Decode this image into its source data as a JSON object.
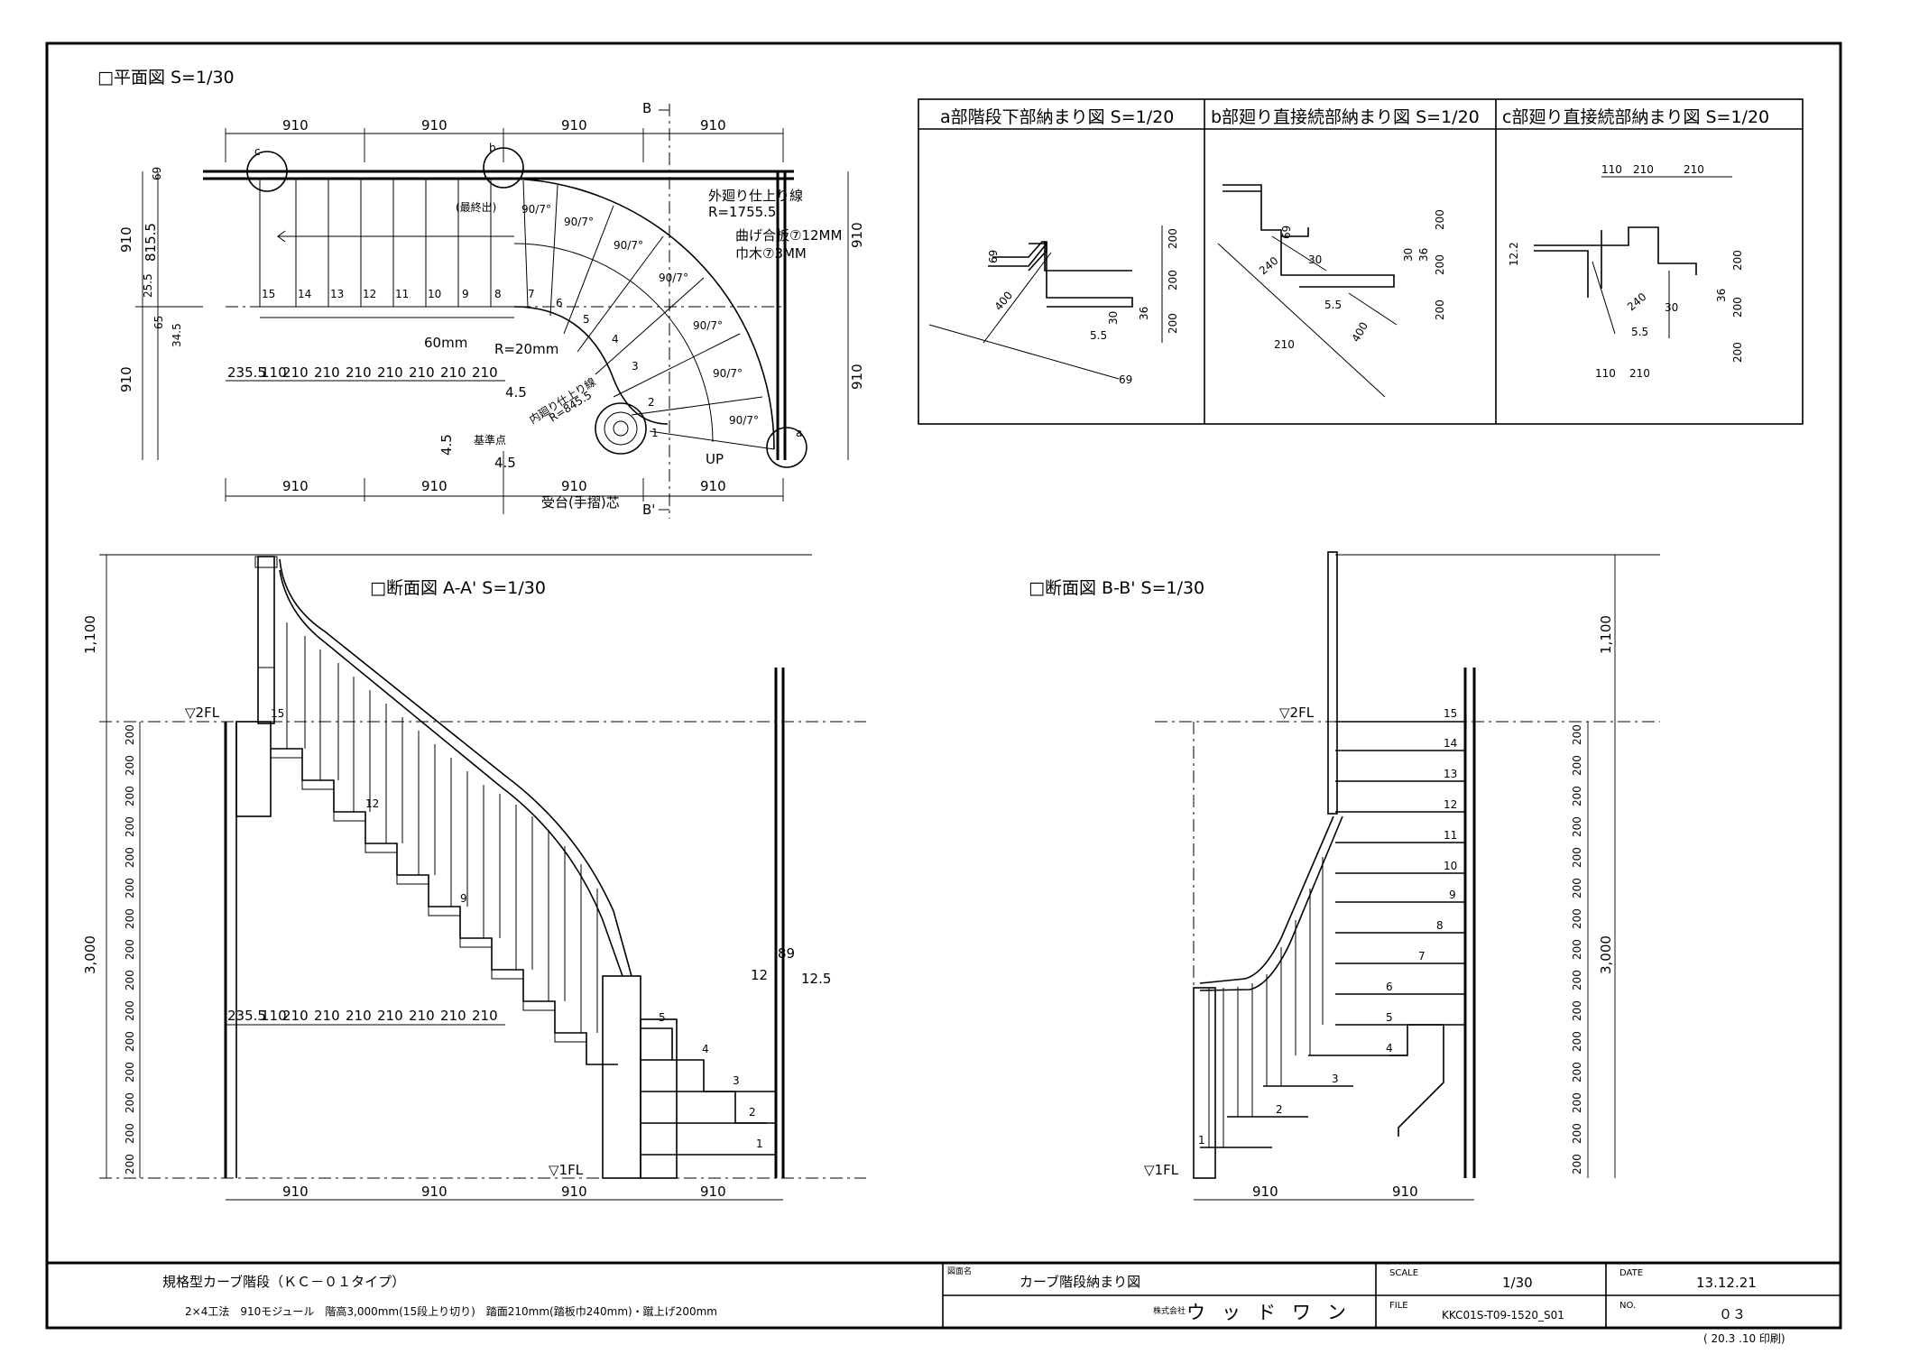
{
  "plan": {
    "title": "□平面図 S=1/30",
    "top_dims": [
      "910",
      "910",
      "910",
      "910"
    ],
    "bottom_dims": [
      "910",
      "910",
      "910",
      "910"
    ],
    "tread_dims": [
      "235.5",
      "110",
      "210",
      "210",
      "210",
      "210",
      "210",
      "210",
      "210"
    ],
    "left_dims": [
      "69",
      "910",
      "815.5",
      "25.5",
      "65",
      "34.5",
      "910"
    ],
    "right_dims": [
      "910",
      "910"
    ],
    "step_numbers": [
      "15",
      "14",
      "13",
      "12",
      "11",
      "10",
      "9",
      "8",
      "7",
      "6",
      "5",
      "4",
      "3",
      "2",
      "1"
    ],
    "callouts": {
      "outer": "外廻り仕上り線",
      "outer_r": "R=1755.5",
      "bent_board": "曲げ合板⑦12MM",
      "skirting": "巾木⑦3MM",
      "r20": "R=20mm",
      "w60": "60mm",
      "inner": "内廻り仕上り線",
      "inner_r": "R=845.5",
      "four5_a": "4.5",
      "four5_b": "4.5",
      "four5_c": "4.5",
      "base": "基準点",
      "up": "UP",
      "ukedai": "受台(手摺)芯",
      "b": "B",
      "b_prime": "B'",
      "floor_out": "(最終出)",
      "angle": "90/7°",
      "a_mark": "a",
      "b_mark": "b",
      "c_mark": "c"
    }
  },
  "details": {
    "a_title": "a部階段下部納まり図 S=1/20",
    "b_title": "b部廻り直接続部納まり図 S=1/20",
    "c_title": "c部廻り直接続部納まり図 S=1/20",
    "a_dims": [
      "69",
      "400",
      "200",
      "200",
      "200",
      "30",
      "36",
      "5.5",
      "69"
    ],
    "b_dims": [
      "69",
      "240",
      "30",
      "5.5",
      "400",
      "210",
      "200",
      "36",
      "30",
      "200",
      "200"
    ],
    "c_dims": [
      "110",
      "210",
      "210",
      "12.2",
      "240",
      "30",
      "5.5",
      "200",
      "36",
      "200",
      "200",
      "110",
      "210"
    ]
  },
  "section_a": {
    "title": "□断面図 A-A' S=1/30",
    "fl2": "▽2FL",
    "fl1": "▽1FL",
    "height_total": "3,000",
    "height_hand": "1,100",
    "riser": "200",
    "bottom_dims": [
      "910",
      "910",
      "910",
      "910"
    ],
    "tread_dims": [
      "235.5",
      "110",
      "210",
      "210",
      "210",
      "210",
      "210",
      "210",
      "210"
    ],
    "step_numbers": [
      "1",
      "2",
      "3",
      "4",
      "5"
    ],
    "upper_steps": [
      "15",
      "12",
      "9"
    ],
    "side": [
      "12",
      "89",
      "12.5"
    ]
  },
  "section_b": {
    "title": "□断面図 B-B' S=1/30",
    "fl2": "▽2FL",
    "fl1": "▽1FL",
    "height_total": "3,000",
    "height_hand": "1,100",
    "riser": "200",
    "bottom_dims": [
      "910",
      "910"
    ],
    "step_numbers": [
      "15",
      "14",
      "13",
      "12",
      "11",
      "10",
      "9",
      "8",
      "7",
      "6",
      "5",
      "4",
      "3",
      "2",
      "1"
    ]
  },
  "titleblock": {
    "spec_1": "規格型カーブ階段（ＫＣ－０１タイプ）",
    "spec_2": "2×4工法　910モジュール　階高3,000mm(15段上り切り)　踏面210mm(踏板巾240mm)・蹴上げ200mm",
    "drawing_label": "図面名",
    "drawing_name": "カーブ階段納まり図",
    "company_label": "株式会社",
    "company": "ウッドワン",
    "scale_label": "SCALE",
    "scale": "1/30",
    "file_label": "FILE",
    "file": "KKC01S-T09-1520_S01",
    "date_label": "DATE",
    "date": "13.12.21",
    "no_label": "NO.",
    "no": "０３",
    "print_note": "( 20.3 .10 印刷)"
  }
}
